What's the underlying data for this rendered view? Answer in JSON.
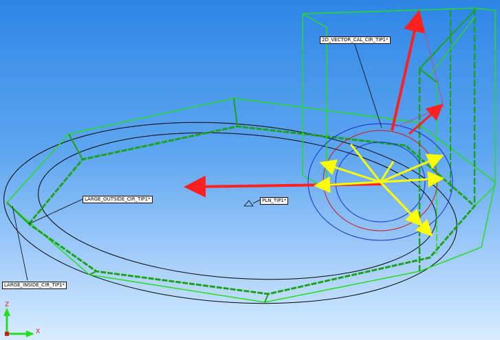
{
  "labels": {
    "vector": "2D_VECTOR_CAL_CIR_TIP1*",
    "outside": "LARGE_OUTSIDE_CIR_TIP1*",
    "inside": "LARGE_INSIDE_CIR_TIP1*",
    "plane": "PLN_TIP1*"
  },
  "triad": {
    "z": "Z",
    "x": "X"
  },
  "colors": {
    "bg_top": "#2f86e6",
    "bg_bottom": "#d8ecff",
    "frame": "#22dd22",
    "frame_dark": "#1aa21a",
    "vector": "#ff2020",
    "probe": "#ffff00",
    "circle_blue": "#1a2ad0",
    "circle_red": "#d01a1a"
  }
}
